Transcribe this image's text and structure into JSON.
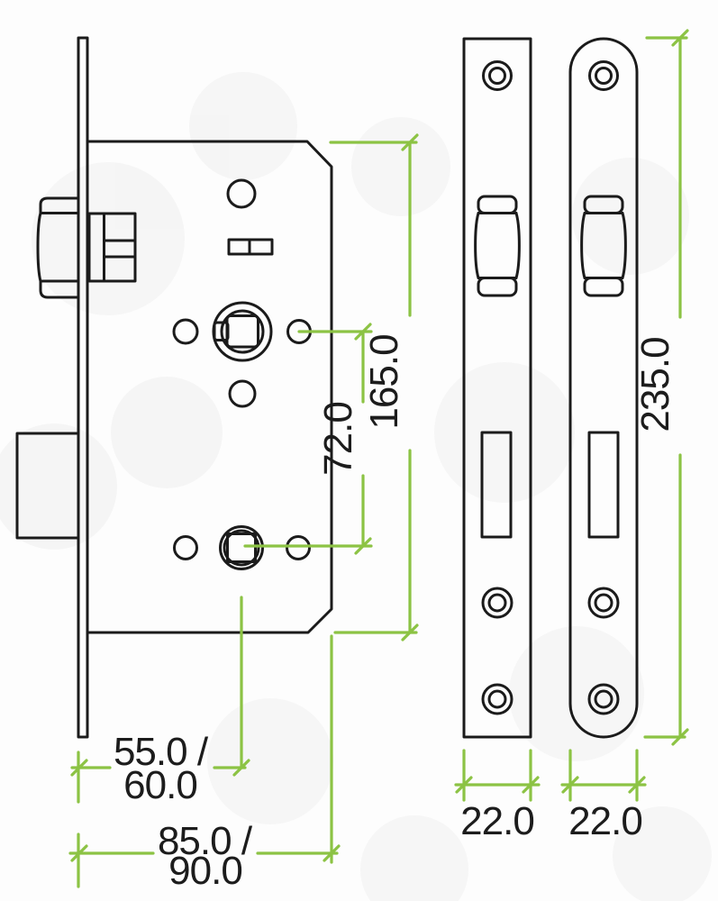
{
  "diagram": {
    "type": "technical-drawing",
    "subject": "mortice lock case with square and radius faceplates",
    "colors": {
      "outline": "#1b1b1b",
      "dimension": "#8cc344",
      "label": "#1c1c1c",
      "background": "#fdfdfd",
      "watermark": "#f0f0f0"
    },
    "dims": {
      "case_height": "165.0",
      "spindle_centres": "72.0",
      "backset_line1": "55.0 /",
      "backset_line2": "60.0",
      "case_depth_line1": "85.0 /",
      "case_depth_line2": "90.0",
      "faceplate_length": "235.0",
      "faceplate_width_square": "22.0",
      "faceplate_width_radius": "22.0"
    }
  }
}
